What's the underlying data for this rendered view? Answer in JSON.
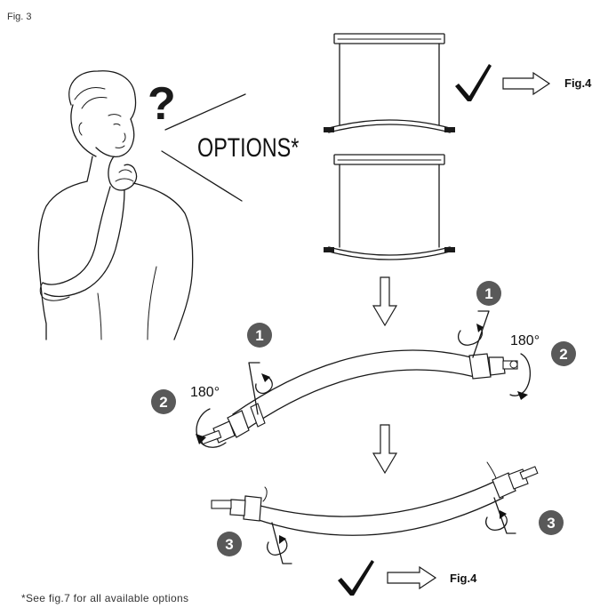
{
  "figure": {
    "label": "Fig. 3",
    "options_text": "OPTIONS*",
    "question_mark": "?",
    "footnote": "*See fig.7 for all available options"
  },
  "steps": {
    "one": "1",
    "two": "2",
    "three": "3",
    "rotation": "180°"
  },
  "references": {
    "fig4_top": "Fig.4",
    "fig4_bottom": "Fig.4"
  },
  "icons": {
    "checkmark": "checkmark-icon",
    "arrow": "outline-arrow-right-icon",
    "down_arrow": "outline-arrow-down-icon",
    "hex_key": "hex-key-icon",
    "rotate": "rotate-arrow-icon"
  },
  "colors": {
    "step_badge": "#595959",
    "ink": "#1a1a1a"
  }
}
